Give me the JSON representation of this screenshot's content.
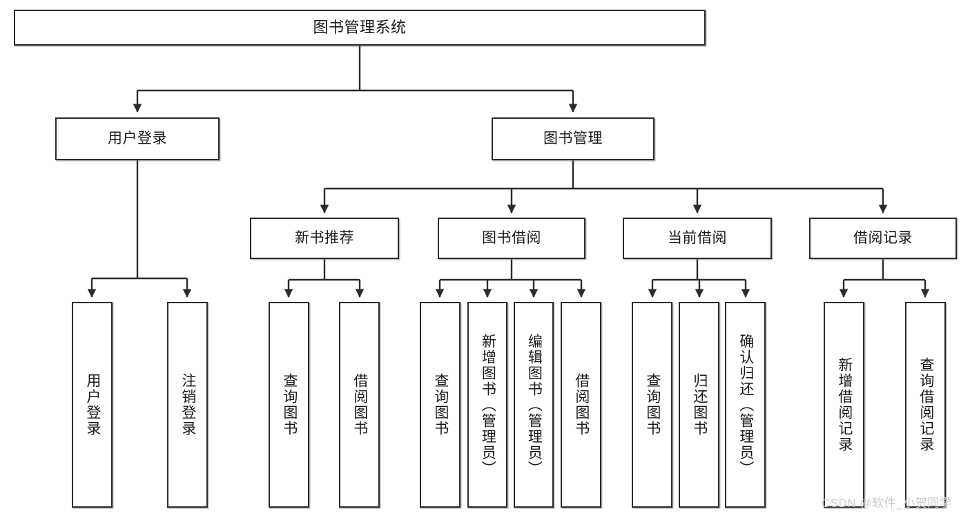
{
  "diagram": {
    "title": "图书管理系统",
    "watermark": "CSDN @软件_小贺同学",
    "root": {
      "label": "图书管理系统"
    },
    "level2": [
      {
        "label": "用户登录"
      },
      {
        "label": "图书管理"
      }
    ],
    "level3": [
      {
        "label": "新书推荐"
      },
      {
        "label": "图书借阅"
      },
      {
        "label": "当前借阅"
      },
      {
        "label": "借阅记录"
      }
    ],
    "leaves": [
      {
        "label": "用户登录",
        "parent": "用户登录"
      },
      {
        "label": "注销登录",
        "parent": "用户登录"
      },
      {
        "label": "查询图书",
        "parent": "新书推荐"
      },
      {
        "label": "借阅图书",
        "parent": "新书推荐"
      },
      {
        "label": "查询图书",
        "parent": "图书借阅"
      },
      {
        "label": "新增图书（管理员）",
        "parent": "图书借阅"
      },
      {
        "label": "编辑图书（管理员）",
        "parent": "图书借阅"
      },
      {
        "label": "借阅图书",
        "parent": "图书借阅"
      },
      {
        "label": "查询图书",
        "parent": "当前借阅"
      },
      {
        "label": "归还图书",
        "parent": "当前借阅"
      },
      {
        "label": "确认归还（管理员）",
        "parent": "当前借阅"
      },
      {
        "label": "新增借阅记录",
        "parent": "借阅记录"
      },
      {
        "label": "查询借阅记录",
        "parent": "借阅记录"
      }
    ],
    "colors": {
      "border": "#2b2b2b",
      "background": "#ffffff",
      "text": "#1a1a1a",
      "watermark": "#c9c9c9"
    }
  }
}
